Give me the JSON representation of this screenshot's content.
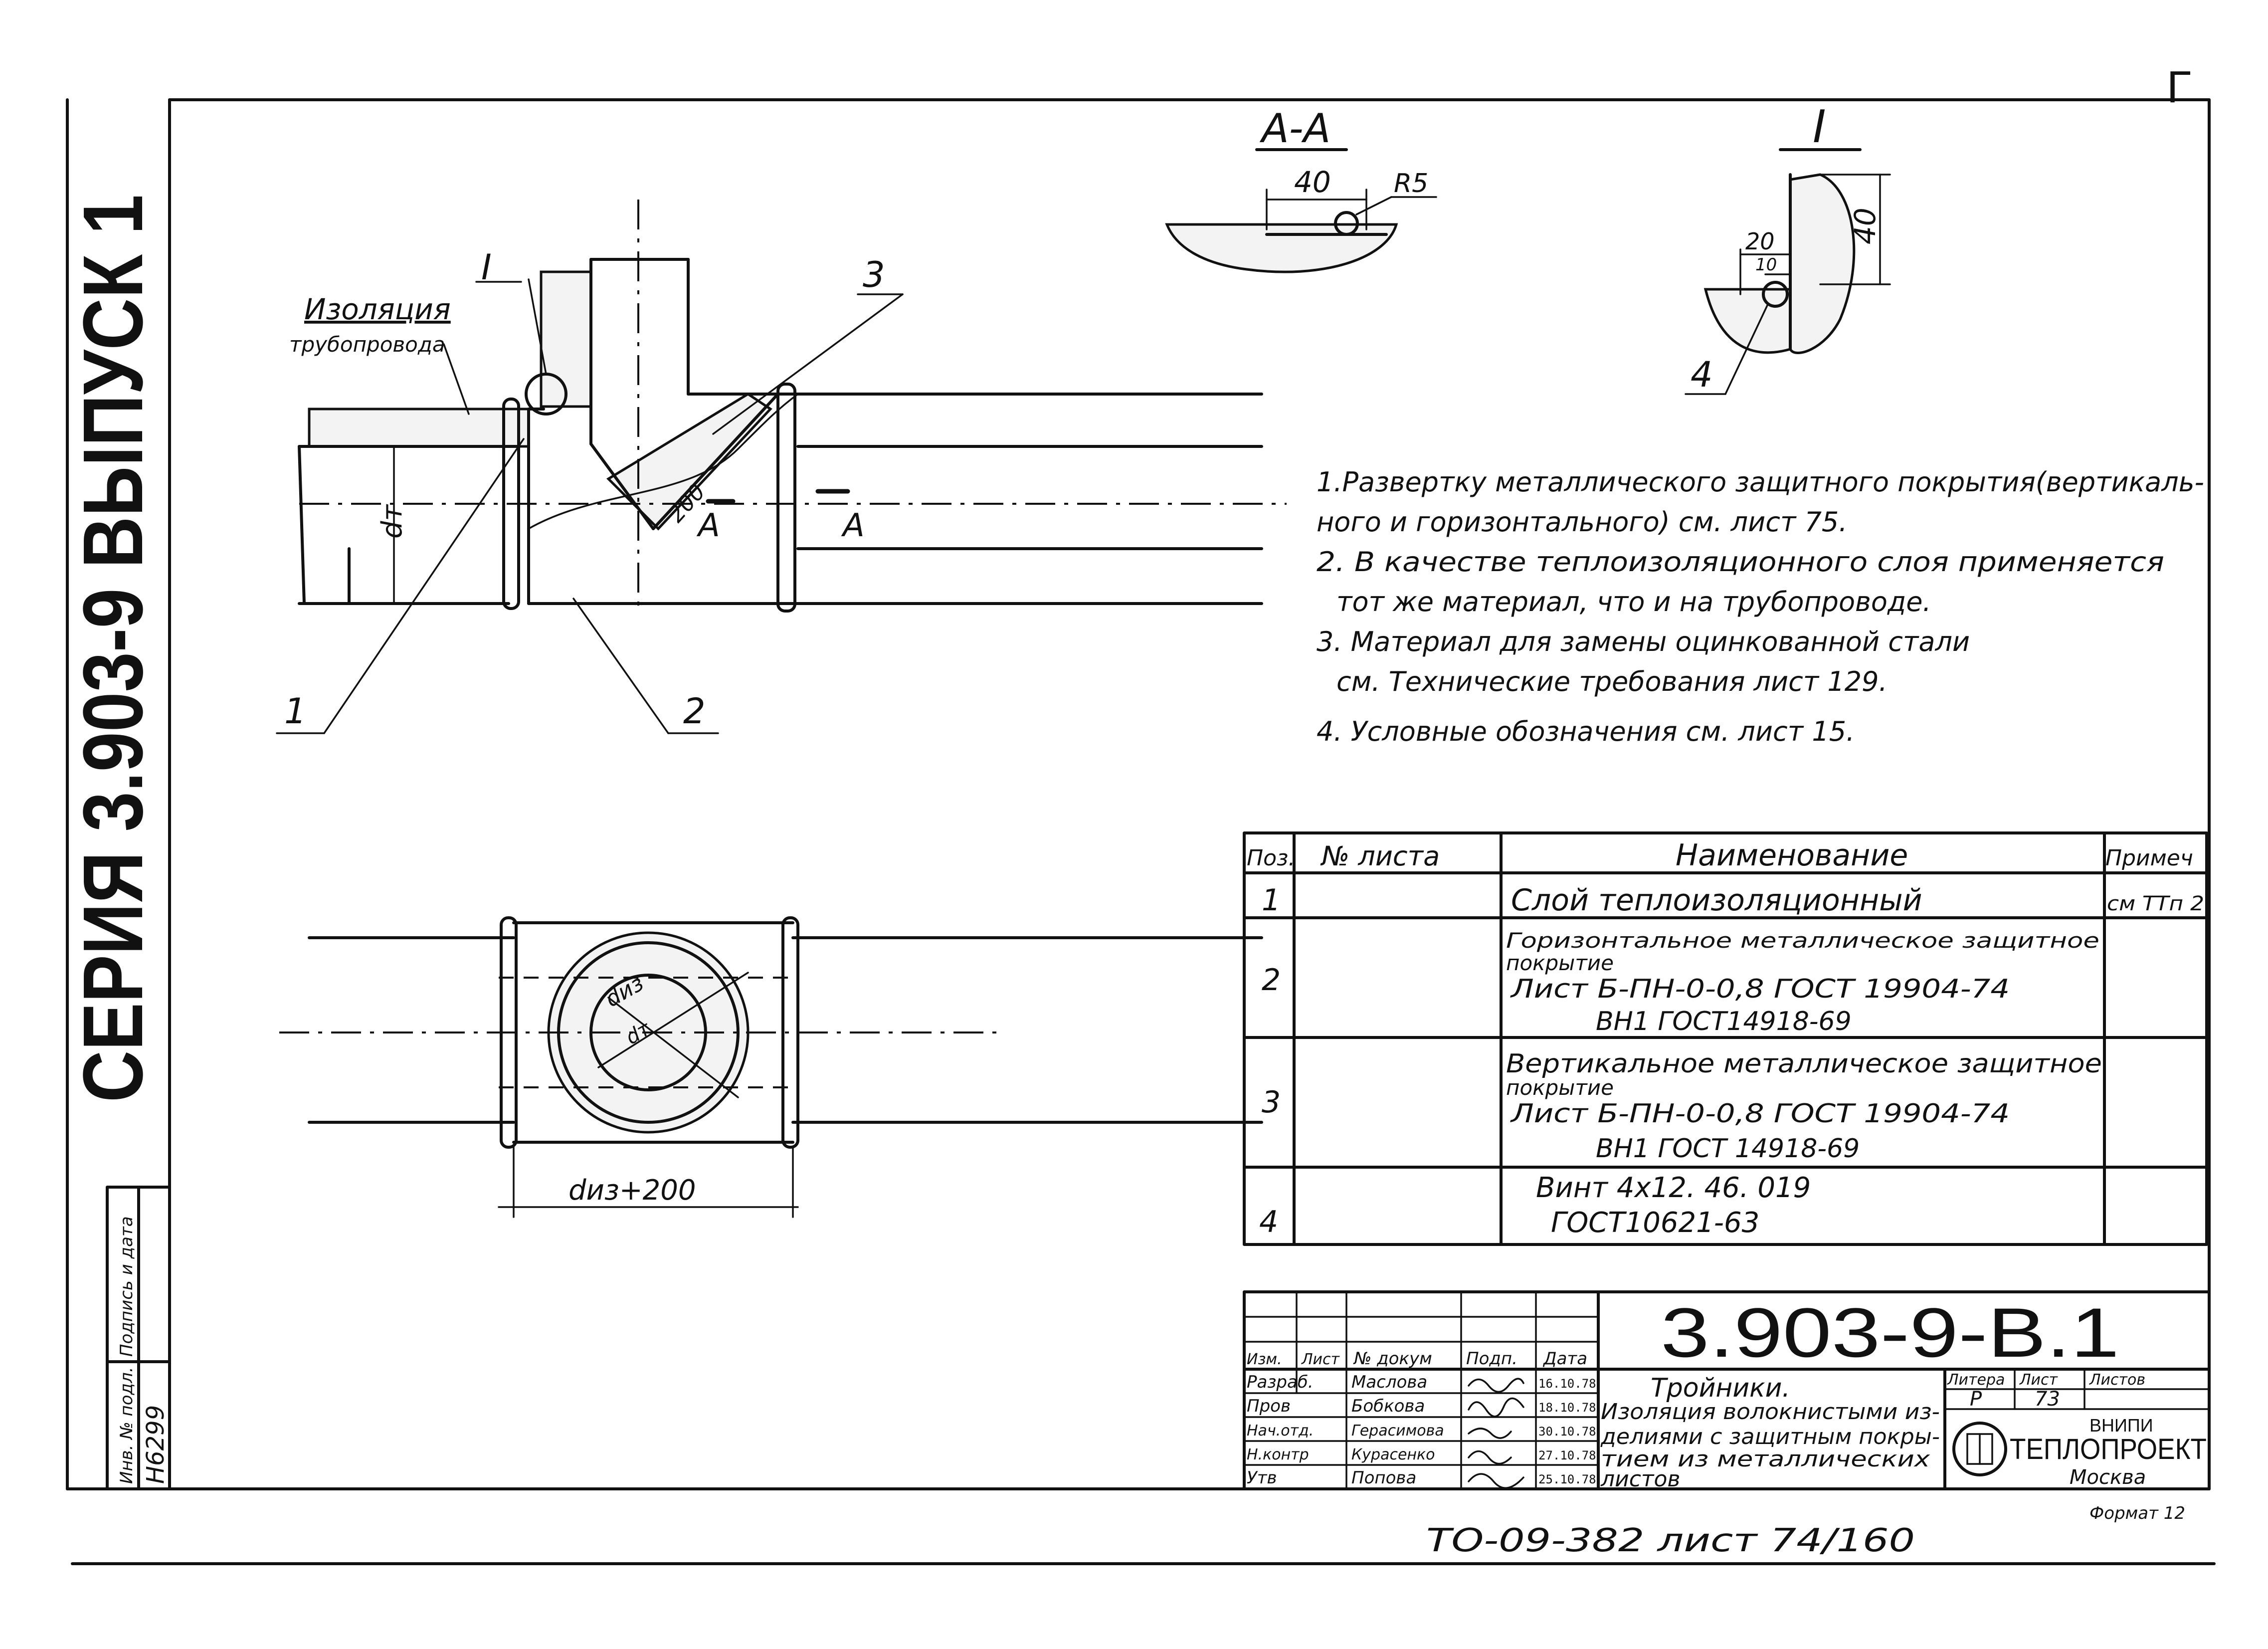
{
  "sidebar": {
    "series": "СЕРИЯ  3.903-9  ВЫПУСК 1",
    "podp": "Подпись и дата",
    "inv_label": "Инв. № подл.",
    "inv_number": "Н6299"
  },
  "main_view": {
    "insulation_label": "Изоляция",
    "insulation_sub": "трубопровода",
    "callout_I": "I",
    "pos1": "1",
    "pos2": "2",
    "pos3": "3",
    "dim_dt": "dт",
    "dim_200": "200",
    "section_A_left": "A",
    "section_A_right": "A"
  },
  "plan_view": {
    "dim_diz": "dиз",
    "dim_dt": "dт",
    "dim_bottom": "dиз+200"
  },
  "section_AA": {
    "title": "A-A",
    "dim_40": "40",
    "radius": "R5"
  },
  "detail_I": {
    "title": "I",
    "dim_20": "20",
    "dim_10": "10",
    "dim_40": "40",
    "pos4": "4"
  },
  "notes": [
    "1.Развертку металлического защитного покрытия(вертикаль-",
    "ного и горизонтального) см. лист 75.",
    "2. В качестве теплоизоляционного слоя применяется",
    "тот же материал, что и на трубопроводе.",
    "3. Материал для замены оцинкованной стали",
    "см. Технические требования лист 129.",
    "4. Условные обозначения см. лист 15."
  ],
  "spec_table": {
    "headers": [
      "Поз.",
      "№ листа",
      "Наименование",
      "Примеч"
    ],
    "rows": [
      {
        "pos": "1",
        "sheet": "",
        "name_lines": [
          "Слой теплоизоляционный"
        ],
        "note": "см ТТп 2"
      },
      {
        "pos": "2",
        "sheet": "",
        "name_lines": [
          "Горизонтальное металлическое защитное",
          "покрытие",
          "Лист Б-ПН-0-0,8 ГОСТ 19904-74",
          "ВН1 ГОСТ14918-69"
        ],
        "note": ""
      },
      {
        "pos": "3",
        "sheet": "",
        "name_lines": [
          "Вертикальное металлическое защитное",
          "покрытие",
          "Лист Б-ПН-0-0,8 ГОСТ 19904-74",
          "ВН1 ГОСТ 14918-69"
        ],
        "note": ""
      },
      {
        "pos": "4",
        "sheet": "",
        "name_lines": [
          "Винт 4x12. 46. 019",
          "ГОСТ10621-63"
        ],
        "note": ""
      }
    ]
  },
  "title_block": {
    "doc_number": "3.903-9-В.1",
    "header_cells": [
      "Изм.",
      "Лист",
      "№ докум",
      "Подп.",
      "Дата"
    ],
    "people": [
      {
        "role": "Разраб.",
        "name": "Маслова",
        "date": "16.10.78"
      },
      {
        "role": "Пров",
        "name": "Бобкова",
        "date": "18.10.78"
      },
      {
        "role": "Нач.отд.",
        "name": "Герасимова",
        "date": "30.10.78"
      },
      {
        "role": "Н.контр",
        "name": "Курасенко",
        "date": "27.10.78"
      },
      {
        "role": "Утв",
        "name": "Попова",
        "date": "25.10.78"
      }
    ],
    "title_lines": [
      "Тройники.",
      "Изоляция волокнистыми из-",
      "делиями с защитным покры-",
      "тием из металлических",
      "листов"
    ],
    "stage_label": "Литера",
    "sheet_label": "Лист",
    "sheets_label": "Листов",
    "stage_value": "Р",
    "sheet_value": "73",
    "org_top": "ВНИПИ",
    "org_name": "ТЕПЛОПРОЕКТ",
    "org_city": "Москва",
    "format": "Формат 12"
  },
  "footer": "ТО-09-382 лист 74/160",
  "corner_mark": "Г"
}
